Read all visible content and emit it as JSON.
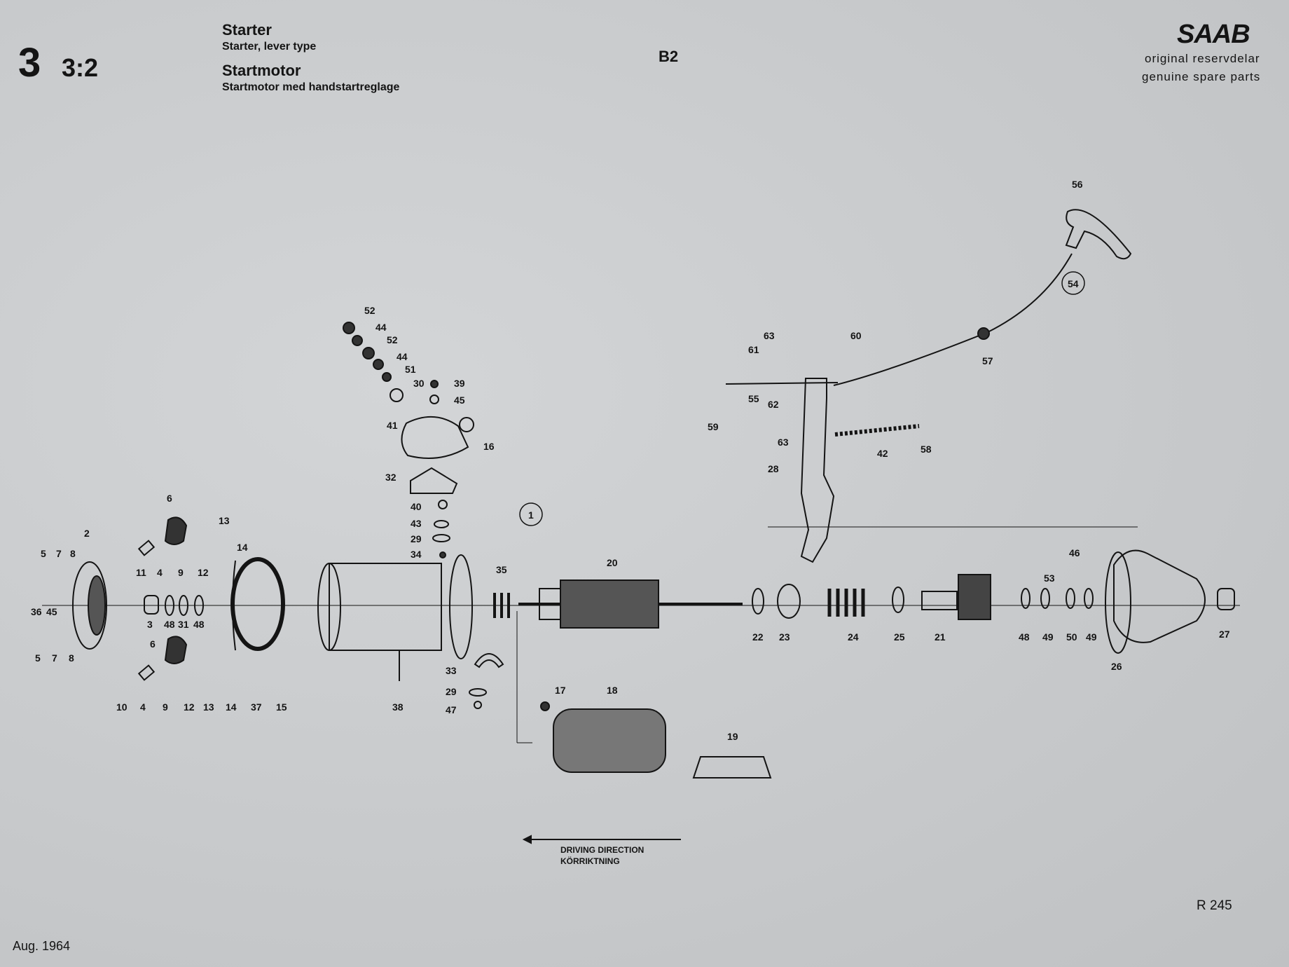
{
  "header": {
    "section_number": "3",
    "section_sub": "3:2",
    "title_en": "Starter",
    "subtitle_en": "Starter, lever type",
    "title_sv": "Startmotor",
    "subtitle_sv": "Startmotor med handstartreglage",
    "model": "B2"
  },
  "brand": {
    "logo": "SAAB",
    "tagline_sv": "original reservdelar",
    "tagline_en": "genuine spare parts"
  },
  "footer": {
    "ref": "R 245",
    "date": "Aug. 1964"
  },
  "direction": {
    "label_en": "DRIVING DIRECTION",
    "label_sv": "KÖRRIKTNING"
  },
  "parts": [
    {
      "id": "p5a",
      "text": "5"
    },
    {
      "id": "p7a",
      "text": "7"
    },
    {
      "id": "p8a",
      "text": "8"
    },
    {
      "id": "p2",
      "text": "2"
    },
    {
      "id": "p36",
      "text": "36"
    },
    {
      "id": "p45a",
      "text": "45"
    },
    {
      "id": "p5b",
      "text": "5"
    },
    {
      "id": "p7b",
      "text": "7"
    },
    {
      "id": "p8b",
      "text": "8"
    },
    {
      "id": "p6a",
      "text": "6"
    },
    {
      "id": "p11",
      "text": "11"
    },
    {
      "id": "p4a",
      "text": "4"
    },
    {
      "id": "p9a",
      "text": "9"
    },
    {
      "id": "p12a",
      "text": "12"
    },
    {
      "id": "p13a",
      "text": "13"
    },
    {
      "id": "p14a",
      "text": "14"
    },
    {
      "id": "p3",
      "text": "3"
    },
    {
      "id": "p48a",
      "text": "48"
    },
    {
      "id": "p31",
      "text": "31"
    },
    {
      "id": "p48b",
      "text": "48"
    },
    {
      "id": "p6b",
      "text": "6"
    },
    {
      "id": "p10",
      "text": "10"
    },
    {
      "id": "p4b",
      "text": "4"
    },
    {
      "id": "p9b",
      "text": "9"
    },
    {
      "id": "p12b",
      "text": "12"
    },
    {
      "id": "p13b",
      "text": "13"
    },
    {
      "id": "p14b",
      "text": "14"
    },
    {
      "id": "p37",
      "text": "37"
    },
    {
      "id": "p15",
      "text": "15"
    },
    {
      "id": "p52a",
      "text": "52"
    },
    {
      "id": "p44a",
      "text": "44"
    },
    {
      "id": "p52b",
      "text": "52"
    },
    {
      "id": "p44b",
      "text": "44"
    },
    {
      "id": "p51",
      "text": "51"
    },
    {
      "id": "p30",
      "text": "30"
    },
    {
      "id": "p39",
      "text": "39"
    },
    {
      "id": "p45b",
      "text": "45"
    },
    {
      "id": "p41",
      "text": "41"
    },
    {
      "id": "p16",
      "text": "16"
    },
    {
      "id": "p32",
      "text": "32"
    },
    {
      "id": "p40",
      "text": "40"
    },
    {
      "id": "p43",
      "text": "43"
    },
    {
      "id": "p29a",
      "text": "29"
    },
    {
      "id": "p34",
      "text": "34"
    },
    {
      "id": "p38",
      "text": "38"
    },
    {
      "id": "p33",
      "text": "33"
    },
    {
      "id": "p29b",
      "text": "29"
    },
    {
      "id": "p47",
      "text": "47"
    },
    {
      "id": "p1",
      "text": "1"
    },
    {
      "id": "p35",
      "text": "35"
    },
    {
      "id": "p20",
      "text": "20"
    },
    {
      "id": "p17",
      "text": "17"
    },
    {
      "id": "p18",
      "text": "18"
    },
    {
      "id": "p19",
      "text": "19"
    },
    {
      "id": "p22",
      "text": "22"
    },
    {
      "id": "p23",
      "text": "23"
    },
    {
      "id": "p24",
      "text": "24"
    },
    {
      "id": "p25",
      "text": "25"
    },
    {
      "id": "p21",
      "text": "21"
    },
    {
      "id": "p48c",
      "text": "48"
    },
    {
      "id": "p49a",
      "text": "49"
    },
    {
      "id": "p50",
      "text": "50"
    },
    {
      "id": "p49b",
      "text": "49"
    },
    {
      "id": "p46",
      "text": "46"
    },
    {
      "id": "p53",
      "text": "53"
    },
    {
      "id": "p26",
      "text": "26"
    },
    {
      "id": "p27",
      "text": "27"
    },
    {
      "id": "p56",
      "text": "56"
    },
    {
      "id": "p54",
      "text": "54"
    },
    {
      "id": "p57",
      "text": "57"
    },
    {
      "id": "p63a",
      "text": "63"
    },
    {
      "id": "p60",
      "text": "60"
    },
    {
      "id": "p61",
      "text": "61"
    },
    {
      "id": "p55",
      "text": "55"
    },
    {
      "id": "p59",
      "text": "59"
    },
    {
      "id": "p62",
      "text": "62"
    },
    {
      "id": "p63b",
      "text": "63"
    },
    {
      "id": "p58",
      "text": "58"
    },
    {
      "id": "p42",
      "text": "42"
    },
    {
      "id": "p28",
      "text": "28"
    }
  ]
}
